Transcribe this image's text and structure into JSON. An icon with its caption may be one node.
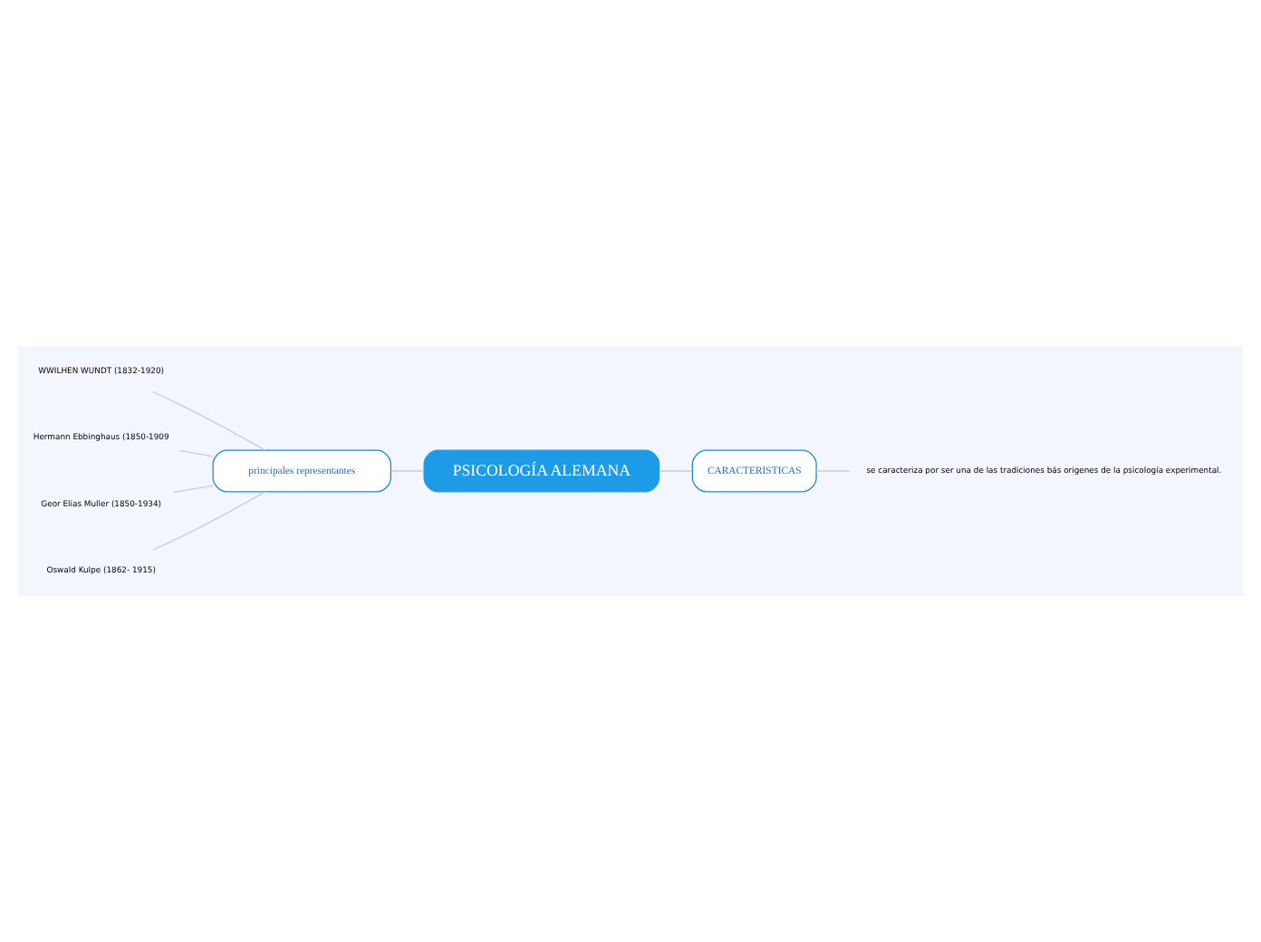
{
  "diagram": {
    "nodes": [
      {
        "text": [
          "PSICOLOGÍA ALEMANA"
        ]
      },
      {
        "text": [
          "principales representantes"
        ]
      },
      {
        "text": [
          "WWILHEN WUNDT (1832-1920)"
        ]
      },
      {
        "text": [
          "Hermann Ebbinghaus (1850-1909"
        ]
      },
      {
        "text": [
          "Geor Elias Muller (1850-1934)"
        ]
      },
      {
        "text": [
          "Oswald Kulpe (1862- 1915)"
        ]
      },
      {
        "text": [
          "CARACTERISTICAS"
        ]
      },
      {
        "text": [
          "se caracteriza por ser una de las tradiciones bás origenes de la psicología experimental."
        ]
      }
    ],
    "edges": [
      {
        "from": 0,
        "to": 1,
        "arrow": "none"
      },
      {
        "from": 1,
        "to": 2,
        "arrow": "none"
      },
      {
        "from": 1,
        "to": 3,
        "arrow": "none"
      },
      {
        "from": 1,
        "to": 4,
        "arrow": "none"
      },
      {
        "from": 1,
        "to": 5,
        "arrow": "none"
      },
      {
        "from": 0,
        "to": 6,
        "arrow": "none"
      },
      {
        "from": 6,
        "to": 7,
        "arrow": "none"
      }
    ]
  }
}
